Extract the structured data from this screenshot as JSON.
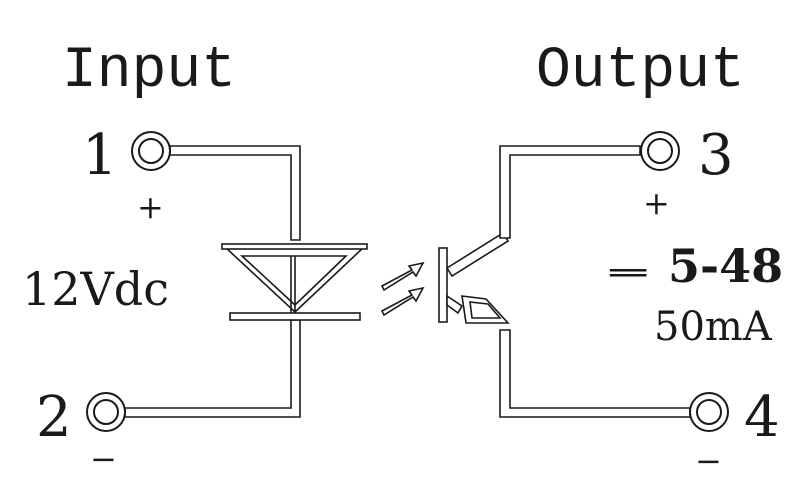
{
  "input": {
    "title": "Input",
    "pin_plus": "1",
    "pin_minus": "2",
    "plus_sign": "+",
    "minus_sign": "−",
    "voltage": "12Vdc"
  },
  "output": {
    "title": "Output",
    "pin_plus": "3",
    "pin_minus": "4",
    "plus_sign": "+",
    "minus_sign": "−",
    "dc_symbol": "══",
    "voltage": "5-48",
    "current": "50mA"
  },
  "colors": {
    "line": "#1a1a1a",
    "background": "#ffffff"
  }
}
